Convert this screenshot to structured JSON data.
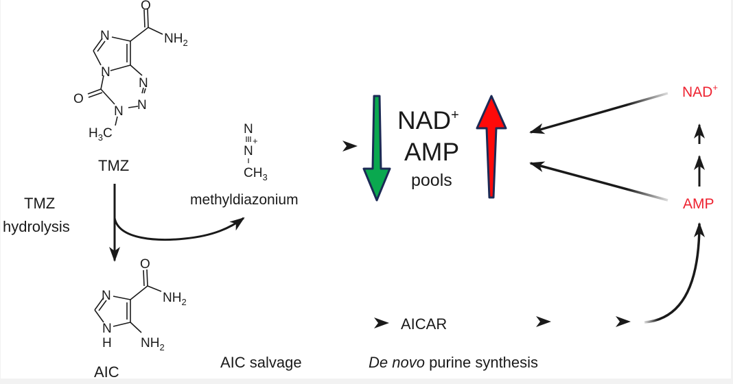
{
  "colors": {
    "text": "#1a1a1a",
    "highlight": "#ee2230",
    "down_arrow_fill": "#0aa84f",
    "up_arrow_fill": "#ff0a0a",
    "big_arrow_outline": "#1c2a55",
    "background": "#ffffff",
    "frame": "#f2f2f2"
  },
  "molecules": {
    "tmz": {
      "name": "TMZ",
      "atoms": {
        "o_top": "O",
        "nh2": "NH",
        "nh2_sub": "2",
        "n_ring1": "N",
        "n_ring2": "N",
        "n_tri1": "N",
        "n_tri2": "N",
        "n_methyl": "N",
        "o_left": "O",
        "h3c_h": "H",
        "h3c_sub": "3",
        "h3c_c": "C"
      }
    },
    "methyldiazonium": {
      "name": "methyldiazonium",
      "atoms": {
        "n_top": "N",
        "n_mid": "N",
        "charge": "+",
        "ch": "CH",
        "ch_sub": "3"
      }
    },
    "aic": {
      "name": "AIC",
      "atoms": {
        "o_top": "O",
        "nh2_amide": "NH",
        "nh2_amide_sub": "2",
        "n_ring": "N",
        "nh_n": "N",
        "nh_h": "H",
        "nh2_amino": "NH",
        "nh2_amino_sub": "2"
      }
    }
  },
  "labels": {
    "tmz_hydrolysis_line1": "TMZ",
    "tmz_hydrolysis_line2": "hydrolysis",
    "pools_nad": "NAD",
    "pools_nad_sup": "+",
    "pools_amp": "AMP",
    "pools_word": "pools",
    "right_nad": "NAD",
    "right_nad_sup": "+",
    "right_amp": "AMP",
    "aicar": "AICAR",
    "aic_salvage": "AIC salvage",
    "de_novo_italic": "De novo",
    "de_novo_rest": " purine synthesis"
  },
  "indicators": {
    "pool_left_arrow": "down",
    "pool_right_arrow": "up"
  }
}
